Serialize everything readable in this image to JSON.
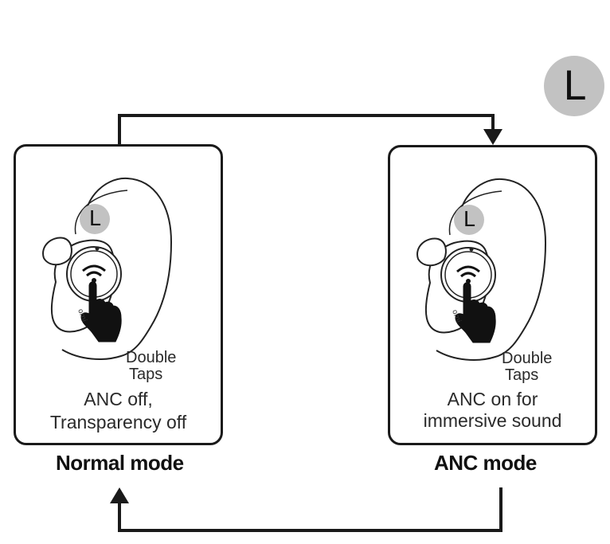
{
  "side_badge": {
    "letter": "L",
    "color": "#c2c2c2"
  },
  "panels": [
    {
      "gesture_line1": "Double",
      "gesture_line2": "Taps",
      "caption_line1": "ANC off,",
      "caption_line2": "Transparency off",
      "mode_label": "Normal mode",
      "badge_letter": "L"
    },
    {
      "gesture_line1": "Double",
      "gesture_line2": "Taps",
      "caption_line1": "ANC on for",
      "caption_line2": "immersive sound",
      "mode_label": "ANC mode",
      "badge_letter": "L"
    }
  ],
  "colors": {
    "line": "#1a1a1a",
    "badge": "#c2c2c2"
  }
}
